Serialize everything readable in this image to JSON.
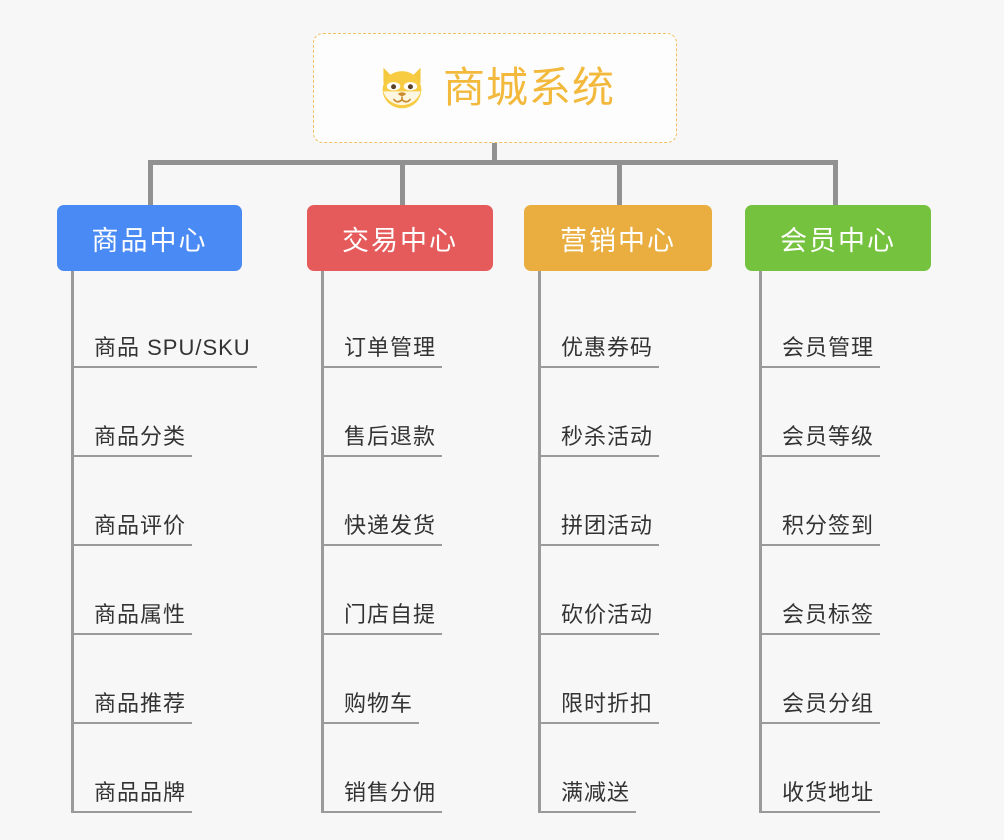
{
  "root": {
    "title": "商城系统",
    "icon": "shiba-dog-face-emoji",
    "accent_color": "#f2b93d",
    "border_color": "#f0c060",
    "background": "#fdfdfd"
  },
  "canvas": {
    "background": "#f7f7f7",
    "connector_color": "#919191"
  },
  "columns": [
    {
      "id": "product-center",
      "header": "商品中心",
      "color": "#4a8af4",
      "items": [
        "商品 SPU/SKU",
        "商品分类",
        "商品评价",
        "商品属性",
        "商品推荐",
        "商品品牌"
      ]
    },
    {
      "id": "trade-center",
      "header": "交易中心",
      "color": "#e55a5a",
      "items": [
        "订单管理",
        "售后退款",
        "快递发货",
        "门店自提",
        "购物车",
        "销售分佣"
      ]
    },
    {
      "id": "marketing-center",
      "header": "营销中心",
      "color": "#e9ae3f",
      "items": [
        "优惠券码",
        "秒杀活动",
        "拼团活动",
        "砍价活动",
        "限时折扣",
        "满减送"
      ]
    },
    {
      "id": "member-center",
      "header": "会员中心",
      "color": "#74c23e",
      "items": [
        "会员管理",
        "会员等级",
        "积分签到",
        "会员标签",
        "会员分组",
        "收货地址"
      ]
    }
  ]
}
